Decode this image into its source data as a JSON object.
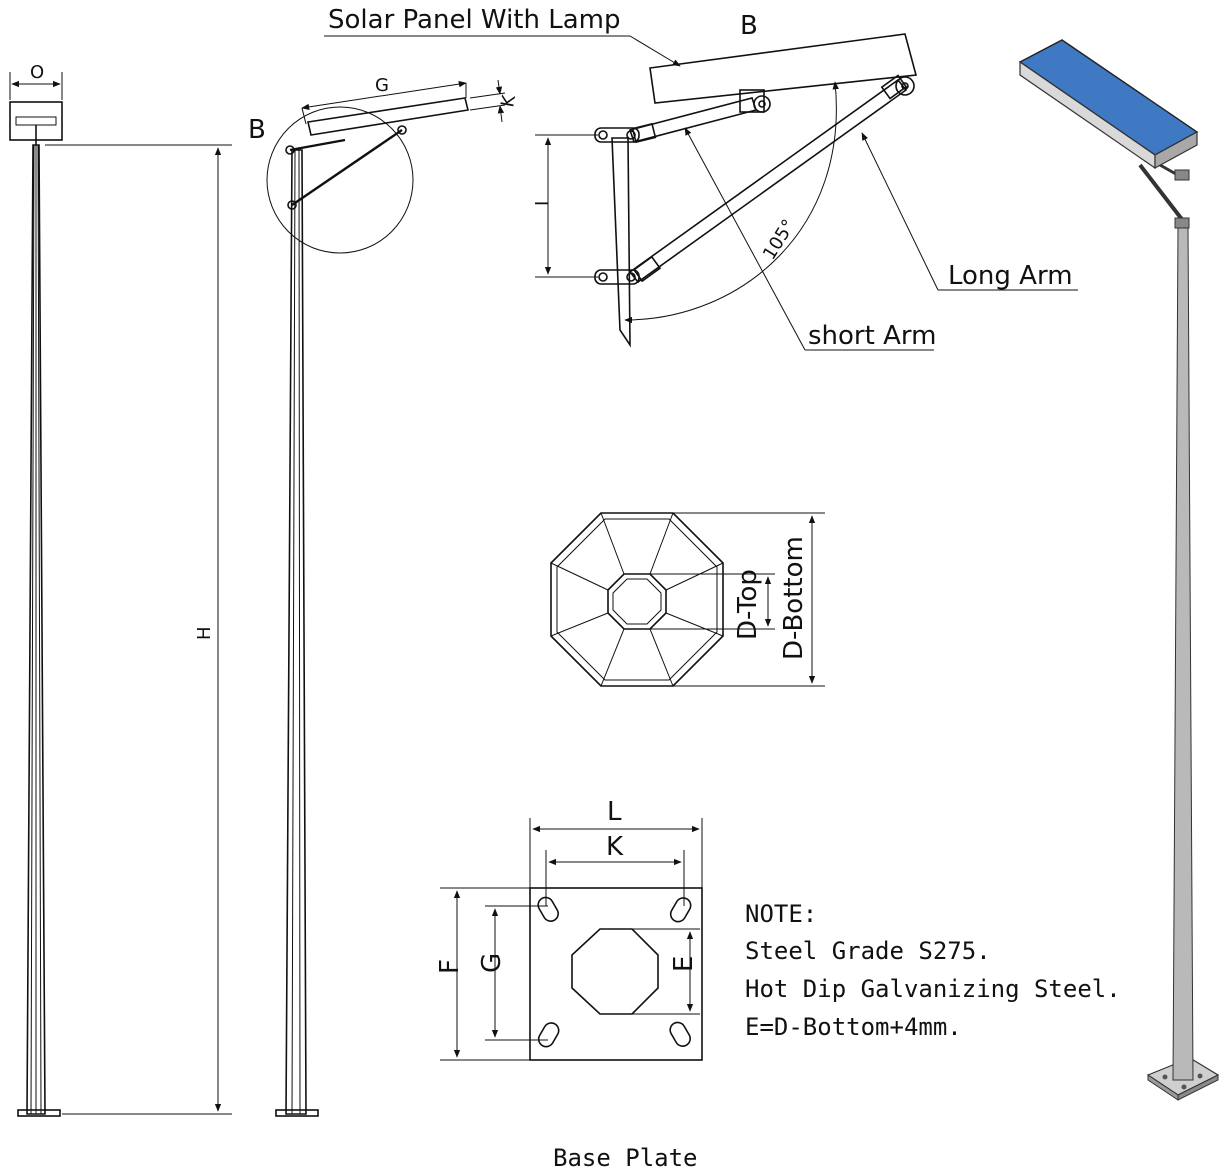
{
  "labels": {
    "solar_panel": "Solar Panel With Lamp",
    "detail_b_top": "B",
    "detail_b_side": "B",
    "long_arm": "Long Arm",
    "short_arm": "short Arm",
    "angle": "105°",
    "base_plate": "Base Plate"
  },
  "dimensions": {
    "O": "O",
    "H": "H",
    "G_top": "G",
    "K_top": "K",
    "I": "I",
    "D_top": "D-Top",
    "D_bottom": "D-Bottom",
    "L": "L",
    "K_plate": "K",
    "F": "F",
    "G_plate": "G",
    "E": "E"
  },
  "note": {
    "title": "NOTE:",
    "lines": [
      "Steel Grade S275.",
      "Hot Dip Galvanizing Steel.",
      "E=D-Bottom+4mm."
    ]
  },
  "colors": {
    "panel_blue": "#3f79c4",
    "panel_frame": "#d9d9d9",
    "pole_gray": "#b9b9b9",
    "ink": "#111111"
  }
}
